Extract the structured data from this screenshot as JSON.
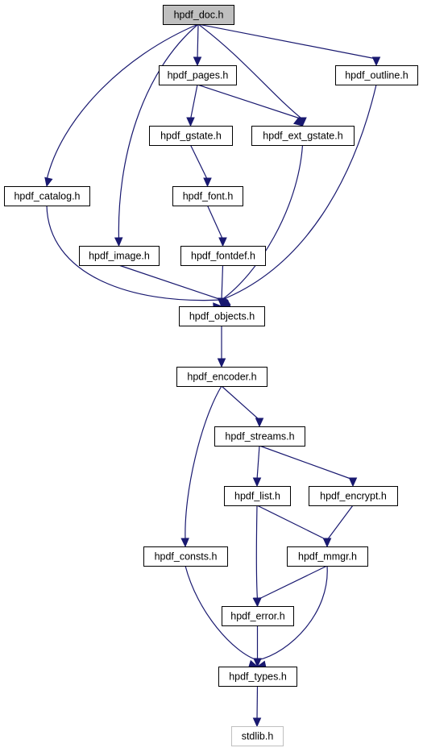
{
  "diagram": {
    "nodes": [
      {
        "id": "doc",
        "label": "hpdf_doc.h",
        "kind": "root"
      },
      {
        "id": "pages",
        "label": "hpdf_pages.h",
        "kind": "normal"
      },
      {
        "id": "outline",
        "label": "hpdf_outline.h",
        "kind": "normal"
      },
      {
        "id": "gstate",
        "label": "hpdf_gstate.h",
        "kind": "normal"
      },
      {
        "id": "ext_gstate",
        "label": "hpdf_ext_gstate.h",
        "kind": "normal"
      },
      {
        "id": "catalog",
        "label": "hpdf_catalog.h",
        "kind": "normal"
      },
      {
        "id": "font",
        "label": "hpdf_font.h",
        "kind": "normal"
      },
      {
        "id": "image",
        "label": "hpdf_image.h",
        "kind": "normal"
      },
      {
        "id": "fontdef",
        "label": "hpdf_fontdef.h",
        "kind": "normal"
      },
      {
        "id": "objects",
        "label": "hpdf_objects.h",
        "kind": "normal"
      },
      {
        "id": "encoder",
        "label": "hpdf_encoder.h",
        "kind": "normal"
      },
      {
        "id": "streams",
        "label": "hpdf_streams.h",
        "kind": "normal"
      },
      {
        "id": "list",
        "label": "hpdf_list.h",
        "kind": "normal"
      },
      {
        "id": "encrypt",
        "label": "hpdf_encrypt.h",
        "kind": "normal"
      },
      {
        "id": "consts",
        "label": "hpdf_consts.h",
        "kind": "normal"
      },
      {
        "id": "mmgr",
        "label": "hpdf_mmgr.h",
        "kind": "normal"
      },
      {
        "id": "error",
        "label": "hpdf_error.h",
        "kind": "normal"
      },
      {
        "id": "types",
        "label": "hpdf_types.h",
        "kind": "normal"
      },
      {
        "id": "stdlib",
        "label": "stdlib.h",
        "kind": "external"
      }
    ],
    "edges": [
      {
        "from": "doc",
        "to": "pages"
      },
      {
        "from": "doc",
        "to": "outline"
      },
      {
        "from": "doc",
        "to": "ext_gstate"
      },
      {
        "from": "doc",
        "to": "catalog"
      },
      {
        "from": "doc",
        "to": "image"
      },
      {
        "from": "pages",
        "to": "gstate"
      },
      {
        "from": "pages",
        "to": "ext_gstate"
      },
      {
        "from": "gstate",
        "to": "font"
      },
      {
        "from": "font",
        "to": "fontdef"
      },
      {
        "from": "catalog",
        "to": "objects"
      },
      {
        "from": "image",
        "to": "objects"
      },
      {
        "from": "fontdef",
        "to": "objects"
      },
      {
        "from": "ext_gstate",
        "to": "objects"
      },
      {
        "from": "outline",
        "to": "objects"
      },
      {
        "from": "objects",
        "to": "encoder"
      },
      {
        "from": "encoder",
        "to": "streams"
      },
      {
        "from": "encoder",
        "to": "consts"
      },
      {
        "from": "streams",
        "to": "list"
      },
      {
        "from": "streams",
        "to": "encrypt"
      },
      {
        "from": "list",
        "to": "mmgr"
      },
      {
        "from": "list",
        "to": "error"
      },
      {
        "from": "encrypt",
        "to": "mmgr"
      },
      {
        "from": "mmgr",
        "to": "error"
      },
      {
        "from": "mmgr",
        "to": "types"
      },
      {
        "from": "consts",
        "to": "types"
      },
      {
        "from": "error",
        "to": "types"
      },
      {
        "from": "types",
        "to": "stdlib"
      }
    ]
  }
}
